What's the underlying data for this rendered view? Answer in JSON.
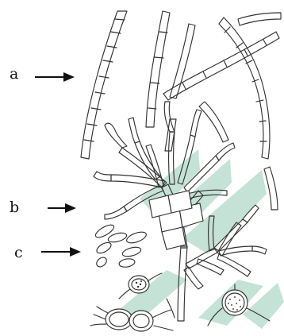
{
  "labels": {
    "a": "a",
    "b": "b",
    "c": "c"
  },
  "colors": {
    "ink": "#333333",
    "watermark": "#2e9b6b",
    "background": "#ffffff"
  }
}
